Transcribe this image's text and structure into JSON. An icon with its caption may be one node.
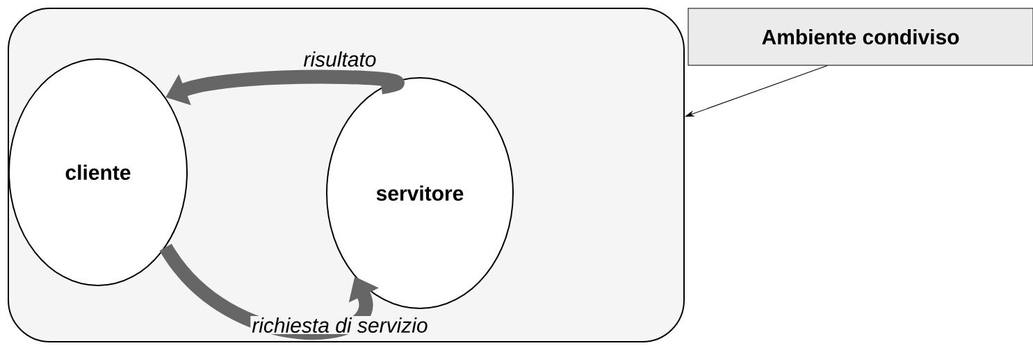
{
  "diagram": {
    "nodes": [
      {
        "text": [],
        "shape": "box"
      },
      {
        "text": [
          "cliente"
        ],
        "in": 0
      },
      {
        "text": [
          "servitore"
        ],
        "in": 0
      },
      {
        "text": [
          "Ambiente condiviso"
        ]
      }
    ],
    "edges": [
      {
        "from": 2,
        "to": 1,
        "arrow": "to",
        "label": "risultato"
      },
      {
        "from": 1,
        "to": 2,
        "arrow": "to",
        "label": "richiesta di servizio"
      },
      {
        "from": 3,
        "to": 0,
        "arrow": "to",
        "color": "#000000"
      }
    ]
  }
}
